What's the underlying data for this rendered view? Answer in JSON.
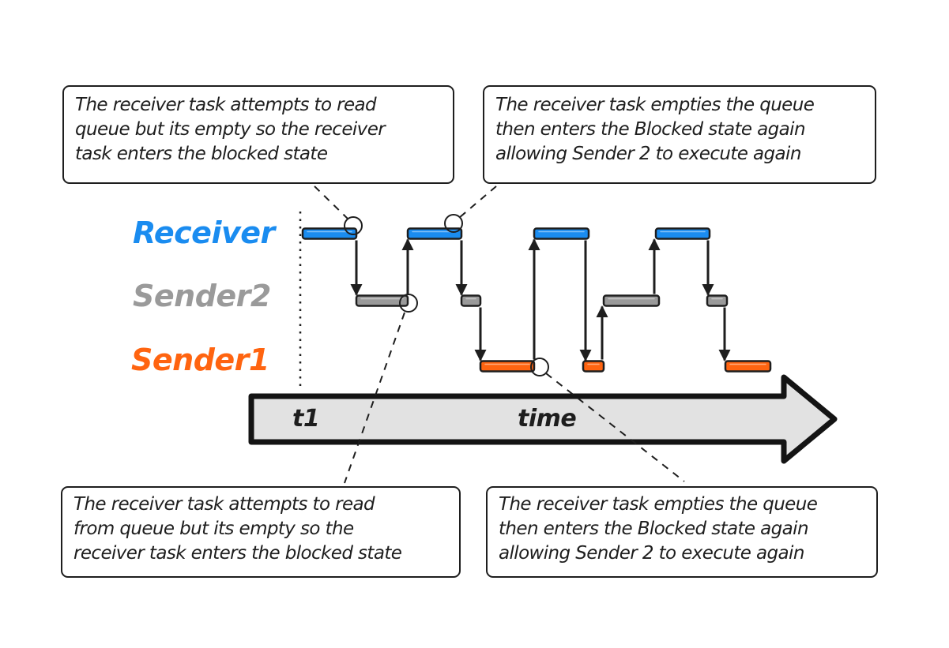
{
  "diagram": {
    "type": "task-timing-diagram",
    "tasks": [
      {
        "id": "receiver",
        "label": "Receiver",
        "color": "#1a8cf0"
      },
      {
        "id": "sender2",
        "label": "Sender2",
        "color": "#9a9a9a"
      },
      {
        "id": "sender1",
        "label": "Sender1",
        "color": "#ff6410"
      }
    ],
    "time_axis": {
      "label": "time",
      "start_marker": "t1"
    },
    "execution_sequence": [
      "receiver",
      "sender2",
      "receiver",
      "sender2",
      "sender1",
      "receiver",
      "sender1",
      "sender2",
      "receiver",
      "sender2",
      "sender1"
    ],
    "callouts": [
      {
        "id": "top-left",
        "lines": [
          "The receiver task attempts to read",
          "queue but its empty so the receiver",
          "task enters the blocked state"
        ]
      },
      {
        "id": "top-right",
        "lines": [
          "The receiver task empties the queue",
          "then enters the Blocked state again",
          "allowing Sender 2 to execute again"
        ]
      },
      {
        "id": "bottom-left",
        "lines": [
          "The receiver task attempts to read",
          "from queue but its empty so the",
          "receiver task enters the blocked state"
        ]
      },
      {
        "id": "bottom-right",
        "lines": [
          "The receiver task empties the queue",
          "then enters the Blocked state again",
          "allowing Sender 2 to execute again"
        ]
      }
    ]
  }
}
